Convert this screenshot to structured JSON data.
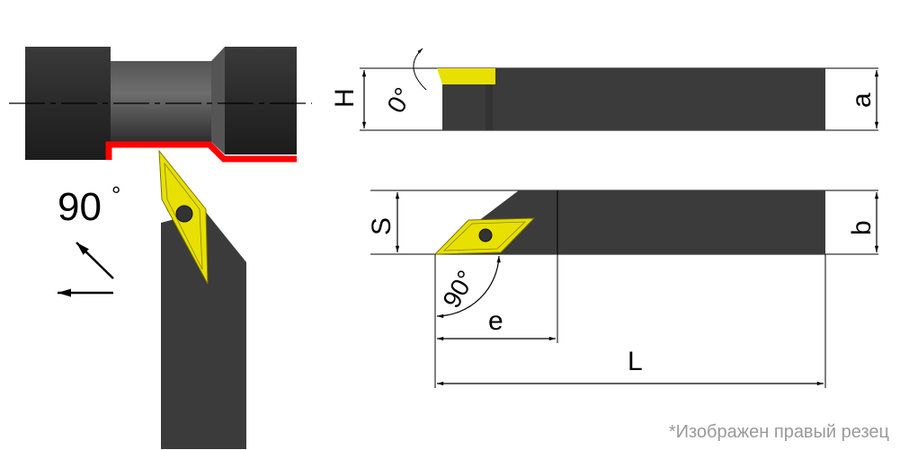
{
  "colors": {
    "holder": "#3b3b3b",
    "insert": "#e8e000",
    "contour": "#ff0000"
  },
  "labels": {
    "approach_angle": "90",
    "degree": "°",
    "rake_angle": "0°",
    "H": "H",
    "a": "a",
    "S": "S",
    "b": "b",
    "e": "e",
    "L": "L",
    "insert_angle": "90°"
  },
  "footnote": "*Изображен правый резец"
}
